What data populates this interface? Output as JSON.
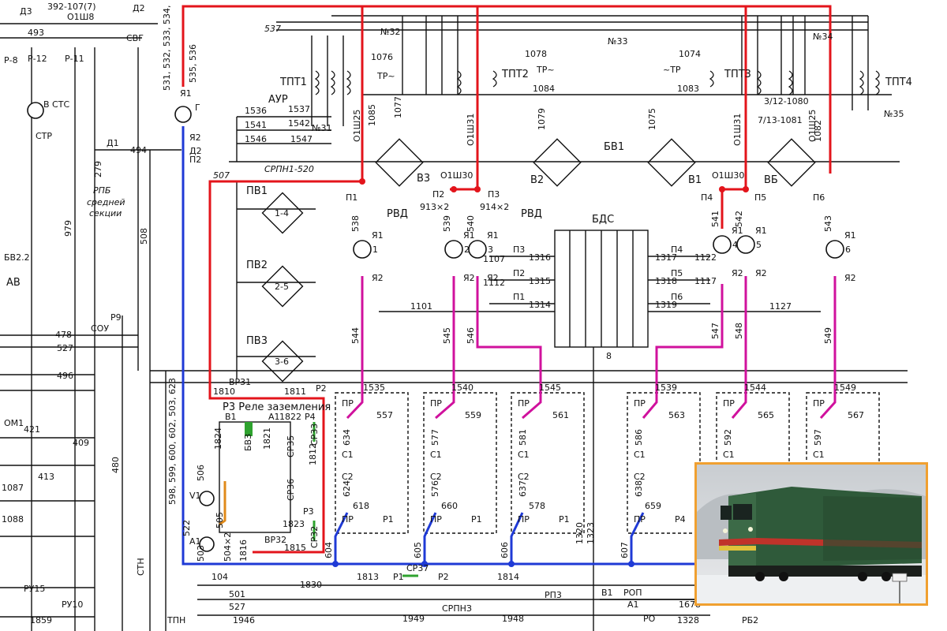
{
  "colors": {
    "red_wire": "#e3141b",
    "blue_wire": "#1f3ad6",
    "magenta_wire": "#d0119d",
    "green_mark": "#2fa32f",
    "orange_wire": "#e08a1a",
    "ink": "#111111",
    "photo_frame": "#f0a030"
  },
  "top_labels": {
    "d3": "Д3",
    "n392": "392-107(7)",
    "o1sh8": "О1Ш8",
    "d2": "Д2",
    "n493": "493",
    "svg": "СВГ",
    "n537": "537",
    "no32": "№32",
    "no33": "№33",
    "no34": "№34",
    "no35": "№35",
    "n531_list": "531, 532, 533, 534,",
    "n535_list": "535, 536"
  },
  "transformers": {
    "tpt1": "ТПТ1",
    "tpt2": "ТПТ2",
    "tpt3": "ТПТ3",
    "tpt4": "ТПТ4",
    "tr1": "ТР~",
    "tr2": "ТР~",
    "tr3": "~ТР",
    "n1076": "1076",
    "n1078": "1078",
    "n1074": "1074",
    "n1084": "1084",
    "n1083": "1083",
    "n1080": "3/12-1080",
    "n1081": "7/13-1081",
    "n1085": "1085",
    "n1077": "1077",
    "n1079": "1079",
    "n1075": "1075",
    "n1082": "1082",
    "o1sh25_l": "О1Ш25",
    "o1sh31_l": "О1Ш31",
    "o1sh31_r": "О1Ш31",
    "o1sh25_r": "О1Ш25"
  },
  "rectifiers": {
    "v3": "В3",
    "v2": "В2",
    "v1": "В1",
    "vb": "ВБ",
    "bv1": "БВ1",
    "bds": "БДС",
    "pv1": "ПВ1",
    "pv2": "ПВ2",
    "pv3": "ПВ3",
    "pv1_in": "1-4",
    "pv2_in": "2-5",
    "pv3_in": "3-6"
  },
  "left_block": {
    "aur": "АУР",
    "n1536": "1536",
    "n1537": "1537",
    "n1541": "1541",
    "n1542": "1542",
    "n1546": "1546",
    "n1547": "1547",
    "no31": "№31",
    "srpn": "СРПН1-520",
    "n507": "507",
    "o1sh30_l": "О1Ш30",
    "o1sh30_r": "О1Ш30",
    "rvd_l": "РВД",
    "rvd_r": "РВД",
    "n913": "913×2",
    "n914": "914×2",
    "p1": "П1",
    "p2": "П2",
    "p3": "П3",
    "p4": "П4",
    "p5": "П5",
    "p6": "П6"
  },
  "far_left": {
    "r8": "Р-8",
    "r12": "Р-12",
    "r11": "Р-11",
    "v_sts": "В СТС",
    "str": "СТР",
    "d1": "Д1",
    "n494": "494",
    "n279": "279",
    "rpb": "РПБ",
    "srednei": "средней",
    "sektsii": "секции",
    "n979": "979",
    "n508": "508",
    "ya1": "Я1",
    "g": "Г",
    "ya2": "Я2",
    "d2b": "Д2",
    "p2b": "П2",
    "av": "АВ",
    "bv2": "БВ2.2",
    "sou": "СОУ",
    "r9": "Р9",
    "n478": "478",
    "n527": "527",
    "n496": "496",
    "n421": "421",
    "om1": "ОМ1",
    "n413": "413",
    "n409": "409",
    "n1087": "1087",
    "n1088": "1088",
    "ru15": "РУ15",
    "ru10": "РУ10",
    "n1859": "1859"
  },
  "motors": [
    {
      "ya1": "Я1",
      "num": "1",
      "ya2": "Я2",
      "wire": "538",
      "out": "544"
    },
    {
      "ya1": "Я1",
      "num": "2",
      "ya2": "Я2",
      "wire": "539",
      "out": "545"
    },
    {
      "ya1": "Я1",
      "num": "3",
      "ya2": "Я2",
      "wire": "540",
      "out": "546"
    },
    {
      "ya1": "Я1",
      "num": "4",
      "ya2": "Я2",
      "wire": "541",
      "out": "547"
    },
    {
      "ya1": "Я1",
      "num": "5",
      "ya2": "Я2",
      "wire": "542",
      "out": "548"
    },
    {
      "ya1": "Я1",
      "num": "6",
      "ya2": "Я2",
      "wire": "543",
      "out": "549"
    }
  ],
  "field_contacts": {
    "n1107": "1107",
    "n1112": "1112",
    "n1316": "1316",
    "n1315": "1315",
    "n1314": "1314",
    "n1317": "1317",
    "n1318": "1318",
    "n1319": "1319",
    "n1122": "1122",
    "n1117": "1117",
    "n1101": "1101",
    "n1127": "1127",
    "p3": "П3",
    "p2": "П2",
    "p1": "П1",
    "p4": "П4",
    "p5": "П5",
    "p6": "П6",
    "n8": "8"
  },
  "reversers": [
    {
      "top": "1535",
      "pr": "ПР",
      "c1": "С1",
      "c2": "С2",
      "w1": "634",
      "w2": "624",
      "w3": "618",
      "w4": "557",
      "r": "Р1"
    },
    {
      "top": "1540",
      "pr": "ПР",
      "c1": "С1",
      "c2": "С2",
      "w1": "577",
      "w2": "576",
      "w3": "660",
      "w4": "559",
      "r": "Р1"
    },
    {
      "top": "1545",
      "pr": "ПР",
      "c1": "С1",
      "c2": "С2",
      "w1": "581",
      "w2": "637",
      "w3": "578",
      "w4": "561",
      "r": "Р1"
    },
    {
      "top": "1539",
      "pr": "ПР",
      "c1": "С1",
      "c2": "С2",
      "w1": "586",
      "w2": "638",
      "w3": "659",
      "w4": "563",
      "r": "Р4"
    },
    {
      "top": "1544",
      "pr": "ПР",
      "c1": "С1",
      "c2": "С2",
      "w1": "592",
      "w2": "",
      "w3": "",
      "w4": "565",
      "r": ""
    },
    {
      "top": "1549",
      "pr": "ПР",
      "c1": "С1",
      "c2": "С2",
      "w1": "597",
      "w2": "",
      "w3": "",
      "w4": "567",
      "r": ""
    }
  ],
  "relay_block": {
    "title": "Р3 Реле заземления",
    "vr31": "ВР31",
    "vr32": "ВР32",
    "n1810": "1810",
    "n1811": "1811",
    "r2": "Р2",
    "b1": "В1",
    "a1": "А1",
    "n1822": "1822",
    "r4": "Р4",
    "bvz": "БВЗ",
    "n1821": "1821",
    "n1824": "1824",
    "sr35": "СР35",
    "sr33": "СР33",
    "sr36": "СР36",
    "n1812": "1812",
    "n1823": "1823",
    "r3": "Р3",
    "sr32": "СР32",
    "n1815": "1815",
    "v1": "V1",
    "a1b": "А1",
    "n505": "505",
    "n504": "504×2",
    "n503": "503",
    "n506": "506",
    "n1816": "1816"
  },
  "bottom": {
    "n598": "598, 599, 600, 602, 503, 623",
    "n522": "522",
    "n104": "104",
    "n1813": "1813",
    "sr37": "СР37",
    "r1": "Р1",
    "r2": "Р2",
    "n1814": "1814",
    "n1830": "1830",
    "n501": "501",
    "n527b": "527",
    "n1946": "1946",
    "tpn": "ТПН",
    "stn": "СТН",
    "n480": "480",
    "n604": "604",
    "n605": "605",
    "n606": "606",
    "n607": "607",
    "n1320": "1320",
    "n1323": "1323",
    "v1": "В1",
    "rop": "РОП",
    "a1": "А1",
    "ro": "РО",
    "n1949": "1949",
    "srpnz": "СРПНЗ",
    "n1948": "1948",
    "rp3": "РП3",
    "n1678": "1678",
    "n1328": "1328",
    "rb2": "РБ2"
  },
  "photo": {
    "caption": "Diesel locomotive"
  }
}
